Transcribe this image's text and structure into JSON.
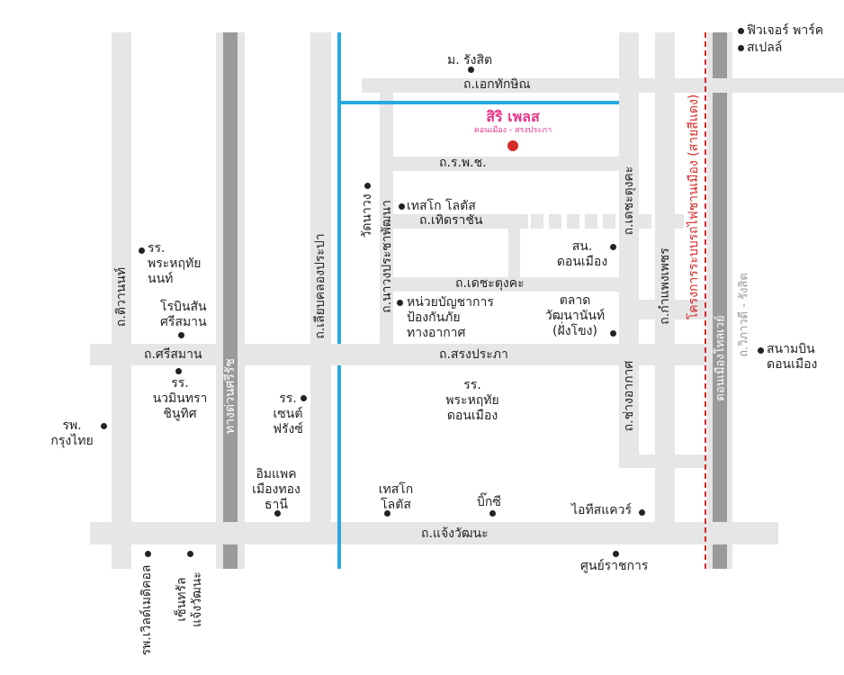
{
  "brand": {
    "name": "สิริ เพลส",
    "subtitle": "ดอนเมือง - สรงประภา",
    "color": "#e8358a",
    "marker_color": "#d42a2a"
  },
  "roads": {
    "tiwanon": "ถ.ติวานนท์",
    "expressway": "ทางด่วนศรีรัช",
    "liab_khlong_prapa": "ถ.เลียบคลองประปา",
    "nawong": "ถ.นาวงประชาพัฒนา",
    "ekkathakshin": "ถ.เอกทักษิณ",
    "rpc": "ถ.ร.พ.ช.",
    "therd_rachan": "ถ.เทิดราชัน",
    "decha_tungkha": "ถ.เดชะตุงคะ",
    "decha_tungkha_v": "ถ.เดชะตุงคะ",
    "si_saman": "ถ.ศรีสมาน",
    "song_prapha": "ถ.สรงประภา",
    "chang_akat": "ถ.ช่างอากาศ",
    "kamphaeng_phet": "ถ.กำแพงเพชร",
    "vibhavadi": "ถ.วิภาวดี - รังสิต",
    "tollway": "ดอนเมืองโทลเวย์",
    "chaeng_watthana": "ถ.แจ้งวัฒนะ",
    "red_line": "โครงการระบบรถไฟชานเมือง (สายสีแดง)"
  },
  "places": {
    "rangsit_u": "ม. รังสิต",
    "wat_nawong": "วัดนาวง",
    "tesco1": "เทสโก โลตัส",
    "disaster": [
      "หน่วยบัญชาการ",
      "ป้องกันภัย",
      "ทางอากาศ"
    ],
    "district": [
      "สน.",
      "ดอนเมือง"
    ],
    "market": [
      "ตลาด",
      "วัฒนานันท์",
      "(ฝั่งโขง)"
    ],
    "phrahruthai_nont": [
      "รร.",
      "พระหฤทัย",
      "นนท์"
    ],
    "robinson": [
      "โรบินสัน",
      "ศรีสมาน"
    ],
    "nawamin": [
      "รร.",
      "นวมินทรา",
      "ชินูทิศ"
    ],
    "krungthai_hosp": [
      "รพ.",
      "กรุงไทย"
    ],
    "st_francis": [
      "รร.",
      "เซนต์",
      "ฟรังซ์"
    ],
    "phrahruthai_dm": [
      "รร.",
      "พระหฤทัย",
      "ดอนเมือง"
    ],
    "impact": [
      "อิมแพค",
      "เมืองทอง",
      "ธานี"
    ],
    "tesco2": [
      "เทสโก",
      "โลตัส"
    ],
    "bigc": "บิ๊กซี",
    "itsquare": "ไอทีสแควร์",
    "gov_center": "ศูนย์ราชการ",
    "world_medical": "รพ.เวิลด์เมดิคอล",
    "central": [
      "เซ็นทรัล",
      "แจ้งวัฒนะ"
    ],
    "future_park": "ฟิวเจอร์ พาร์ค",
    "spell": "สเปลล์",
    "airport": [
      "สนามบิน",
      "ดอนเมือง"
    ]
  }
}
